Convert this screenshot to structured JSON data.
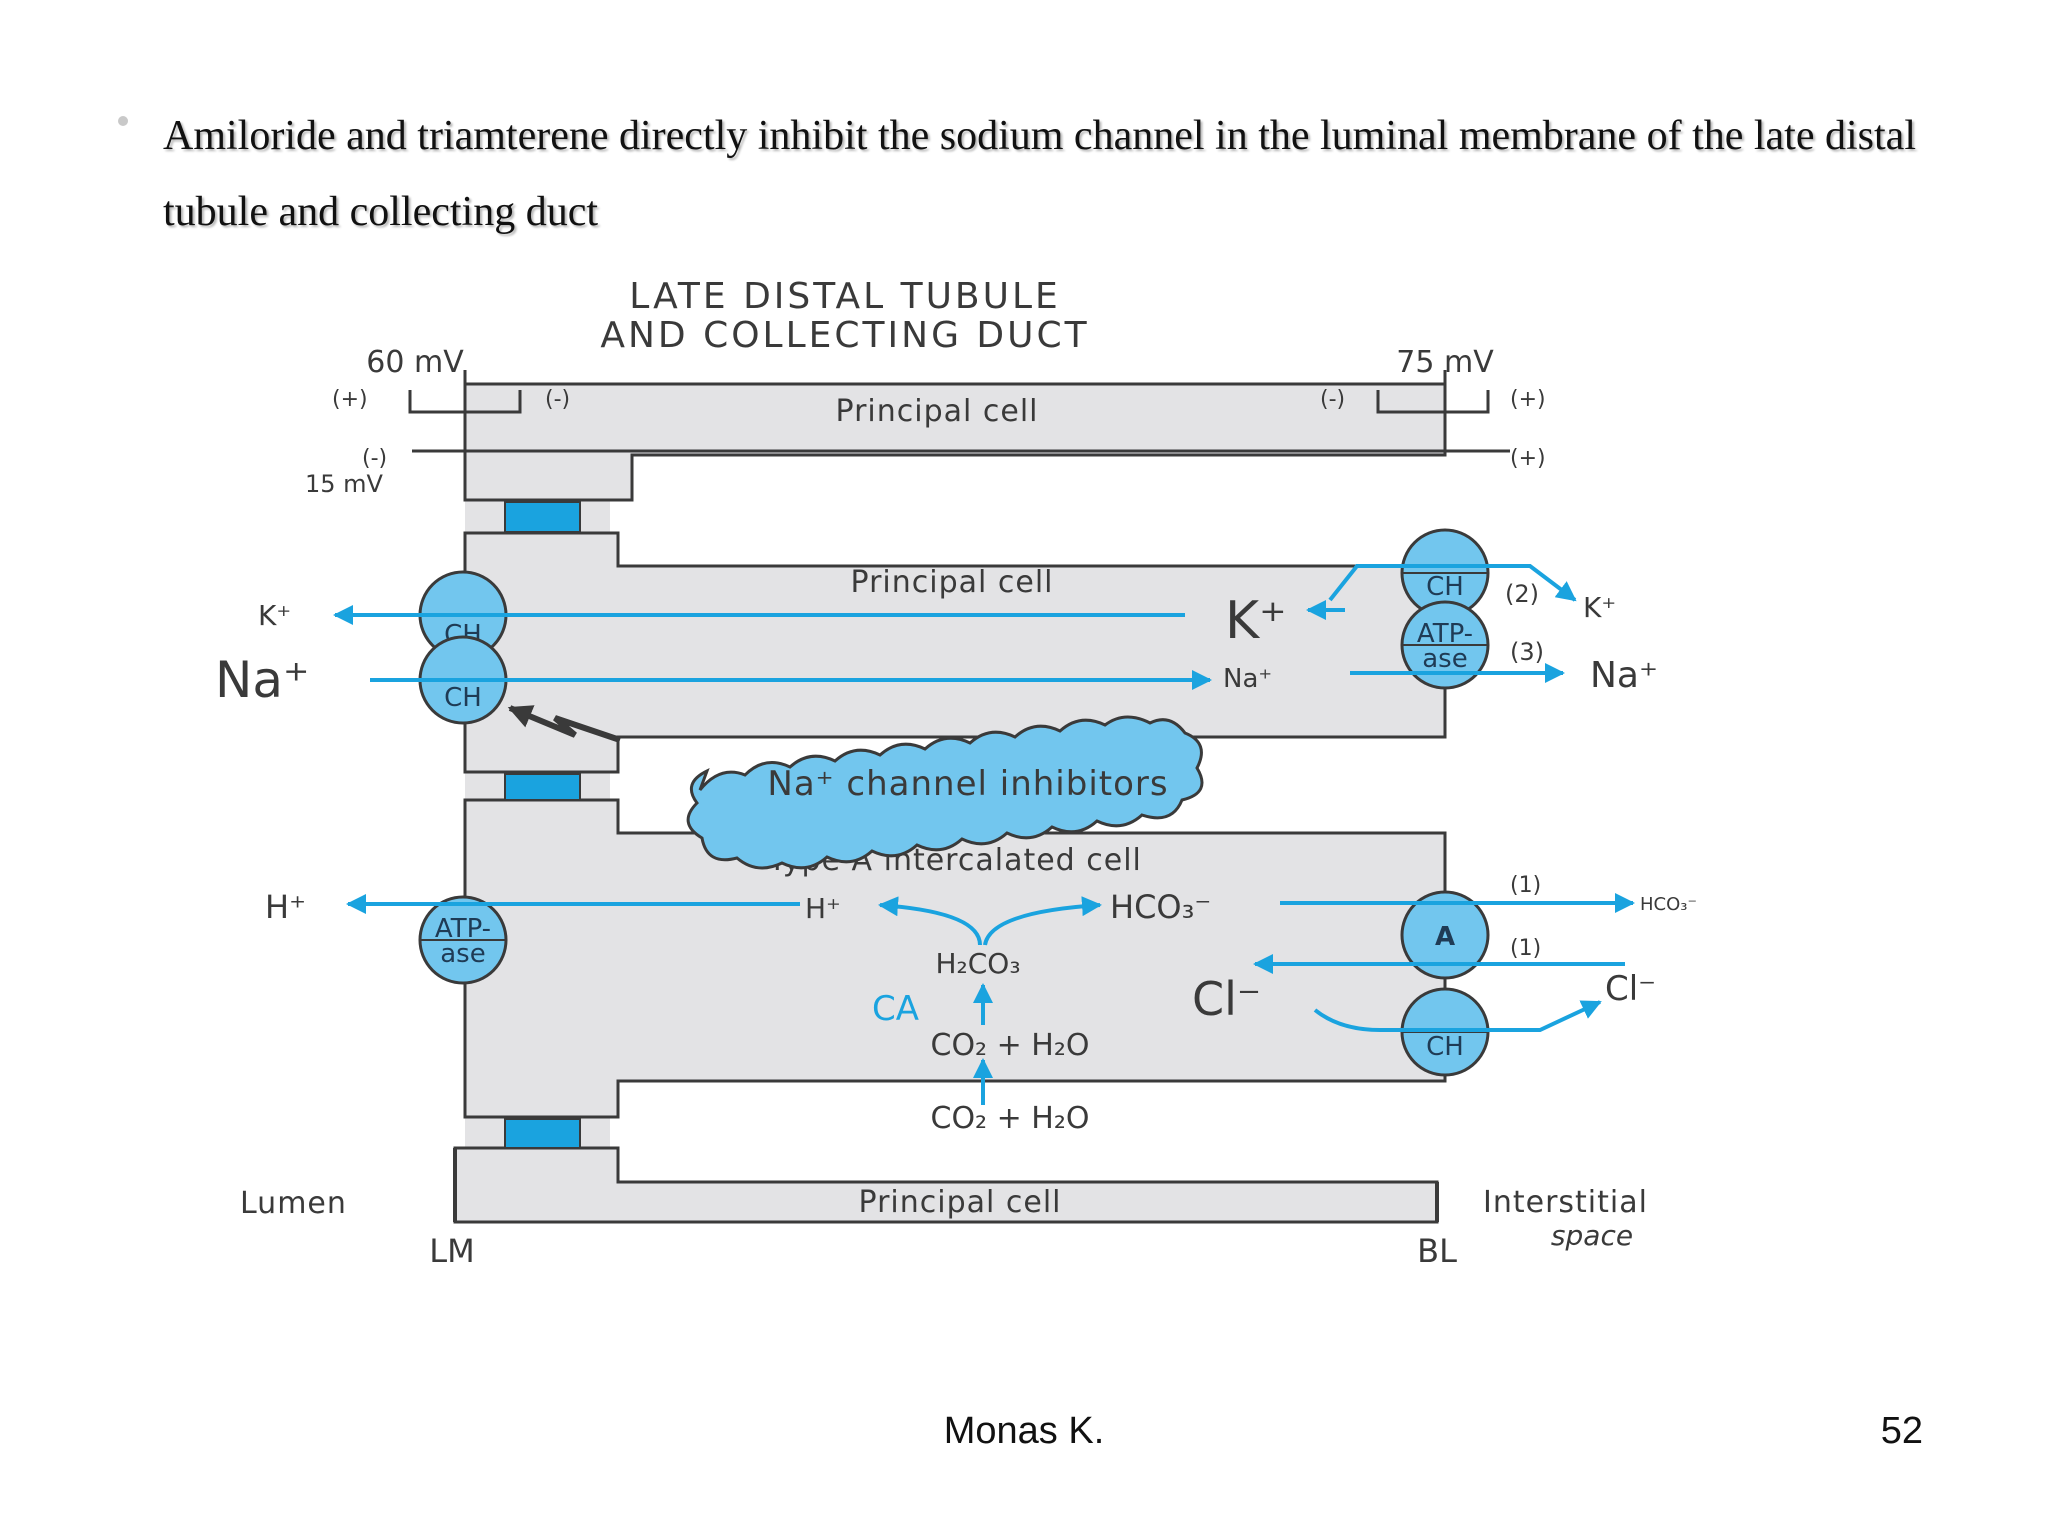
{
  "bullet": {
    "text": "Amiloride and triamterene directly inhibit the sodium channel in the luminal membrane of the late distal tubule and collecting duct"
  },
  "diagram": {
    "title_line1": "LATE DISTAL TUBULE",
    "title_line2": "AND COLLECTING DUCT",
    "voltage_left": "60 mV",
    "voltage_right": "75 mV",
    "voltage_transepithelial": "15 mV",
    "plus": "(+)",
    "minus": "(-)",
    "principal_cell": "Principal cell",
    "type_a_cell": "Type A intercalated cell",
    "inhibitor_label": "Na⁺ channel inhibitors",
    "ch": "CH",
    "atp_line1": "ATP-",
    "atp_line2": "ase",
    "anion_exchanger": "A",
    "ions": {
      "k_plus": "K⁺",
      "na_plus": "Na⁺",
      "h_plus": "H⁺",
      "hco3": "HCO₃⁻",
      "h2co3": "H₂CO₃",
      "co2_h2o": "CO₂ + H₂O",
      "ca": "CA",
      "cl": "Cl⁻"
    },
    "step_1": "(1)",
    "step_2": "(2)",
    "step_3": "(3)",
    "lumen": "Lumen",
    "lm": "LM",
    "bl": "BL",
    "interstitial_line1": "Interstitial",
    "interstitial_line2": "space"
  },
  "footer": {
    "author": "Monas K.",
    "page": "52"
  },
  "colors": {
    "cell_fill": "#e3e3e5",
    "outline": "#3a3a3a",
    "arrow_blue": "#1aa3df",
    "channel_fill": "#72c6ee"
  }
}
